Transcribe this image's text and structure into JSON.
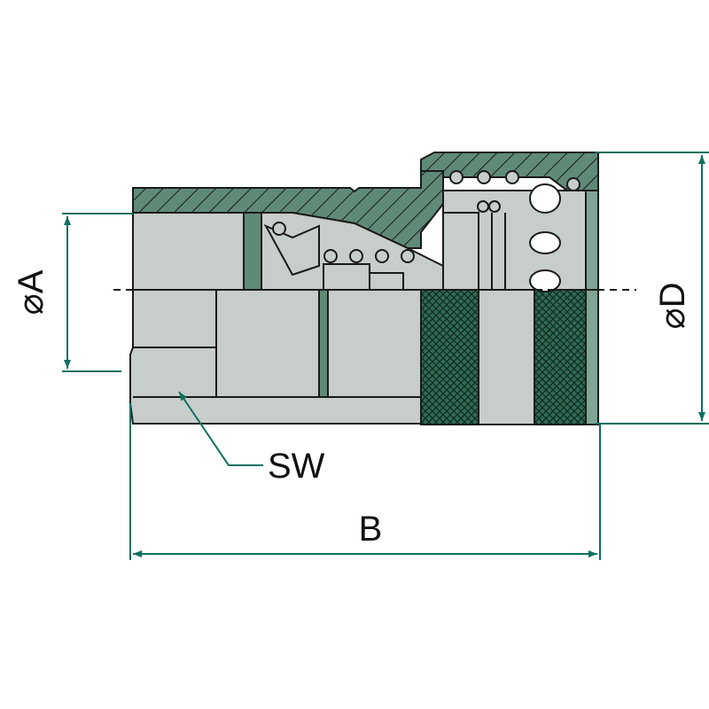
{
  "labels": {
    "diameter_a": "⌀A",
    "diameter_d": "⌀D",
    "wrench_size": "SW",
    "length": "B"
  },
  "colors": {
    "dimension_line": "#0e7060",
    "body_fill": "#c7cdca",
    "hatch_fill": "#5f8a78",
    "knurl_fill": "#2f6a55",
    "outline": "#1a1a1a"
  }
}
